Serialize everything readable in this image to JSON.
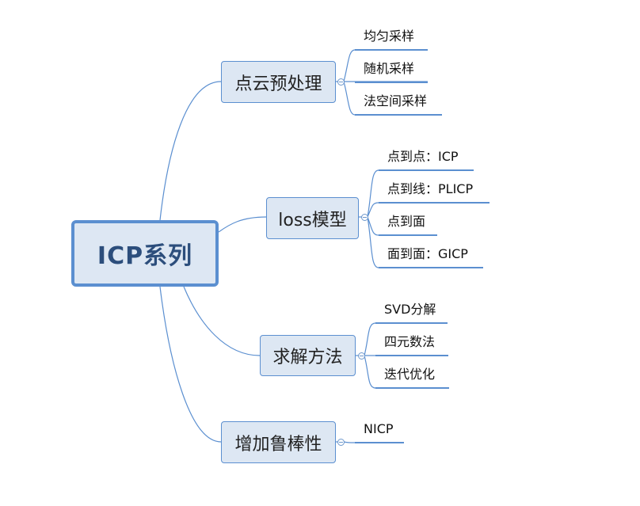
{
  "root": {
    "label": "ICP系列"
  },
  "branches": [
    {
      "label": "点云预处理",
      "leaves": [
        "均匀采样",
        "随机采样",
        "法空间采样"
      ]
    },
    {
      "label": "loss模型",
      "leaves": [
        "点到点：ICP",
        "点到线：PLICP",
        "点到面",
        "面到面：GICP"
      ]
    },
    {
      "label": "求解方法",
      "leaves": [
        "SVD分解",
        "四元数法",
        "迭代优化"
      ]
    },
    {
      "label": "增加鲁棒性",
      "leaves": [
        "NICP"
      ]
    }
  ],
  "colors": {
    "line": "#5b8fd0",
    "node_fill": "#dde7f3",
    "root_text": "#2c4e7c"
  }
}
